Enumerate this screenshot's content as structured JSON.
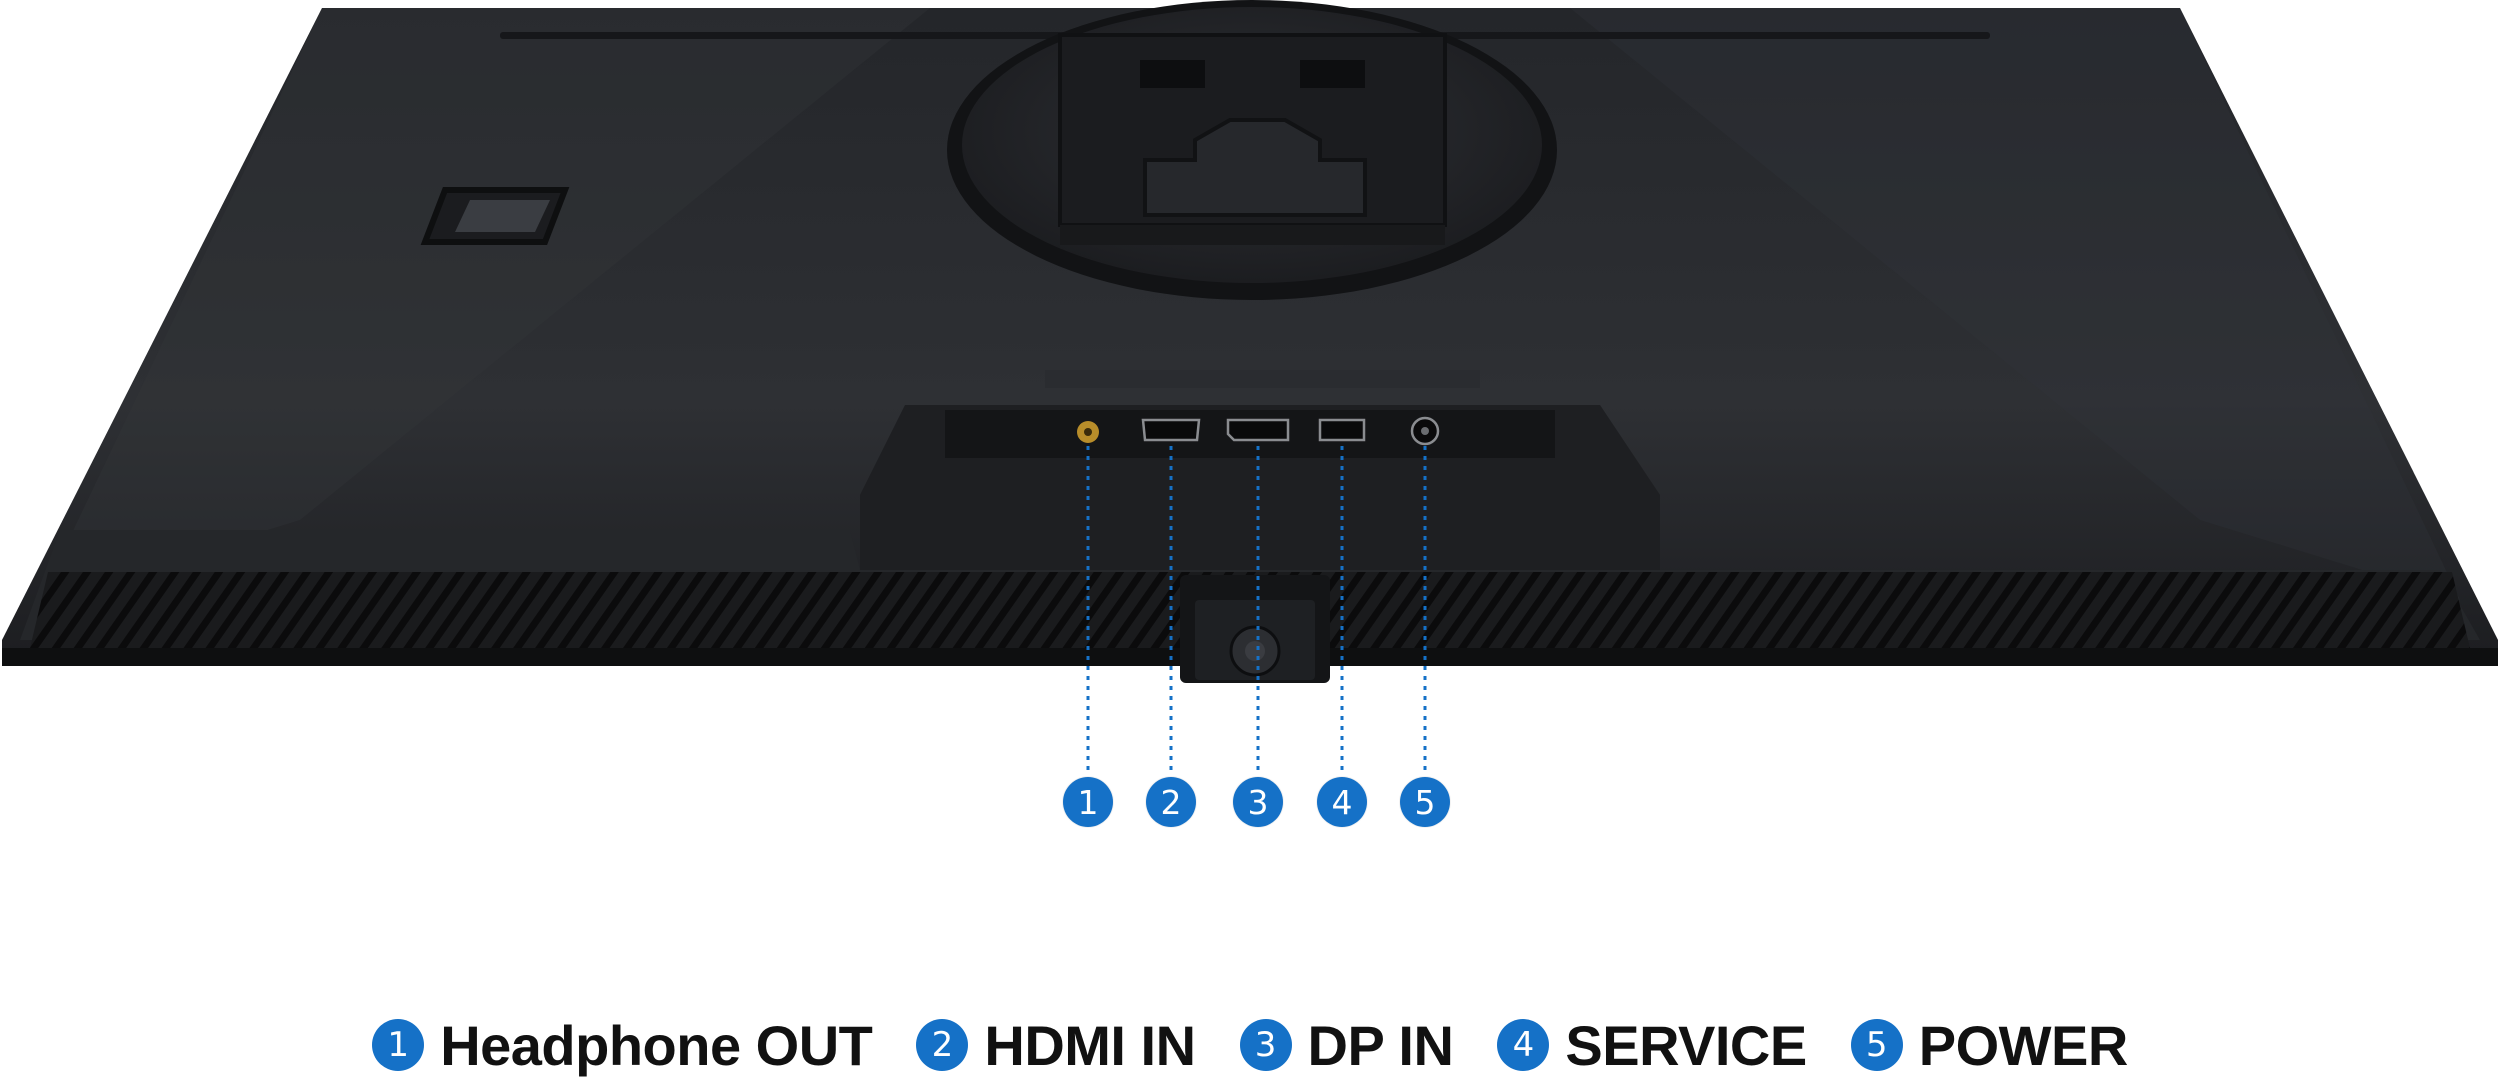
{
  "ports": [
    {
      "number": "1",
      "label": "Headphone OUT",
      "icon": "headphone-jack-icon"
    },
    {
      "number": "2",
      "label": "HDMI IN",
      "icon": "hdmi-port-icon"
    },
    {
      "number": "3",
      "label": "DP IN",
      "icon": "displayport-icon"
    },
    {
      "number": "4",
      "label": "SERVICE",
      "icon": "usb-service-port-icon"
    },
    {
      "number": "5",
      "label": "POWER",
      "icon": "power-jack-icon"
    }
  ],
  "colors": {
    "accent": "#1571c7",
    "monitor_body": "#2b2d30",
    "monitor_dark": "#141517",
    "label_text": "#111111"
  }
}
